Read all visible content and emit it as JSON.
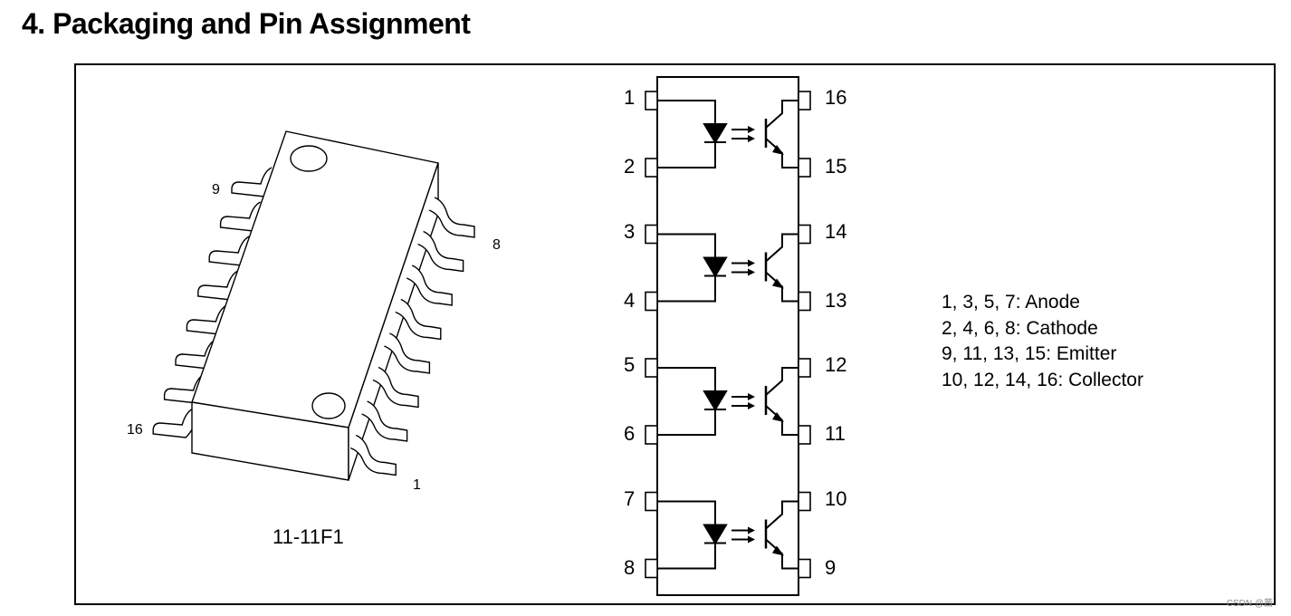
{
  "heading": "4.   Packaging and Pin Assignment",
  "package": {
    "code": "11-11F1",
    "pin_labels": {
      "nine": "9",
      "eight": "8",
      "sixteen": "16",
      "one": "1"
    }
  },
  "schematic": {
    "left_pins": [
      "1",
      "2",
      "3",
      "4",
      "5",
      "6",
      "7",
      "8"
    ],
    "right_pins": [
      "16",
      "15",
      "14",
      "13",
      "12",
      "11",
      "10",
      "9"
    ]
  },
  "legend": [
    "1, 3, 5, 7: Anode",
    "2, 4, 6, 8: Cathode",
    "9, 11, 13, 15: Emitter",
    "10, 12, 14, 16: Collector"
  ],
  "watermark": "CSDN @茜"
}
